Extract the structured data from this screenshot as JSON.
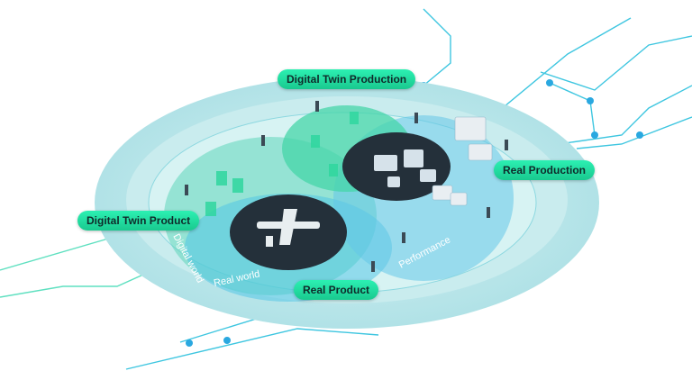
{
  "labels": {
    "digital_twin_production": "Digital Twin Production",
    "real_production": "Real Production",
    "digital_twin_product": "Digital Twin Product",
    "real_product": "Real Product"
  },
  "ring_labels": {
    "digital_world": "Digital world",
    "real_world": "Real world",
    "performance": "Performance"
  },
  "colors": {
    "mint": "#1fe0a0",
    "teal_light": "#bfe7ea",
    "teal_mid": "#7ed0dc",
    "dark_disc": "#24303a",
    "blue_line": "#2bb0e8"
  }
}
